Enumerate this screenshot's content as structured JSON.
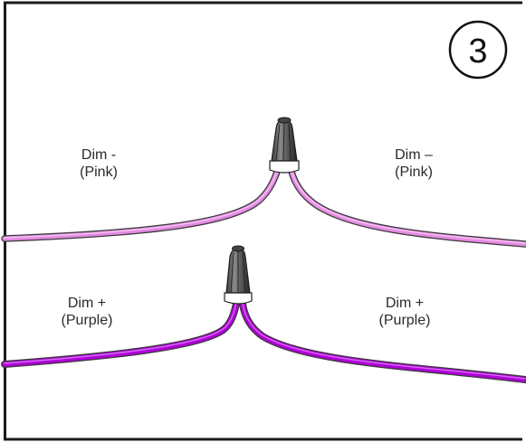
{
  "step": {
    "number": "3"
  },
  "labels": {
    "top_left": {
      "line1": "Dim -",
      "line2": "(Pink)"
    },
    "top_right": {
      "line1": "Dim –",
      "line2": "(Pink)"
    },
    "bottom_left": {
      "line1": "Dim +",
      "line2": "(Purple)"
    },
    "bottom_right": {
      "line1": "Dim +",
      "line2": "(Purple)"
    }
  },
  "colors": {
    "frame": "#1a1a1a",
    "pink_wire": "#e48ae2",
    "pink_wire_light": "#f3c2f1",
    "purple_wire": "#b000d8",
    "purple_wire_light": "#d26cf0",
    "wire_outline": "#3a3a3a",
    "connector_body": "#6e6e6e",
    "connector_dark": "#2b2b2b",
    "connector_base": "#ffffff"
  },
  "icons": {
    "connector": "wire-nut-connector-icon"
  }
}
